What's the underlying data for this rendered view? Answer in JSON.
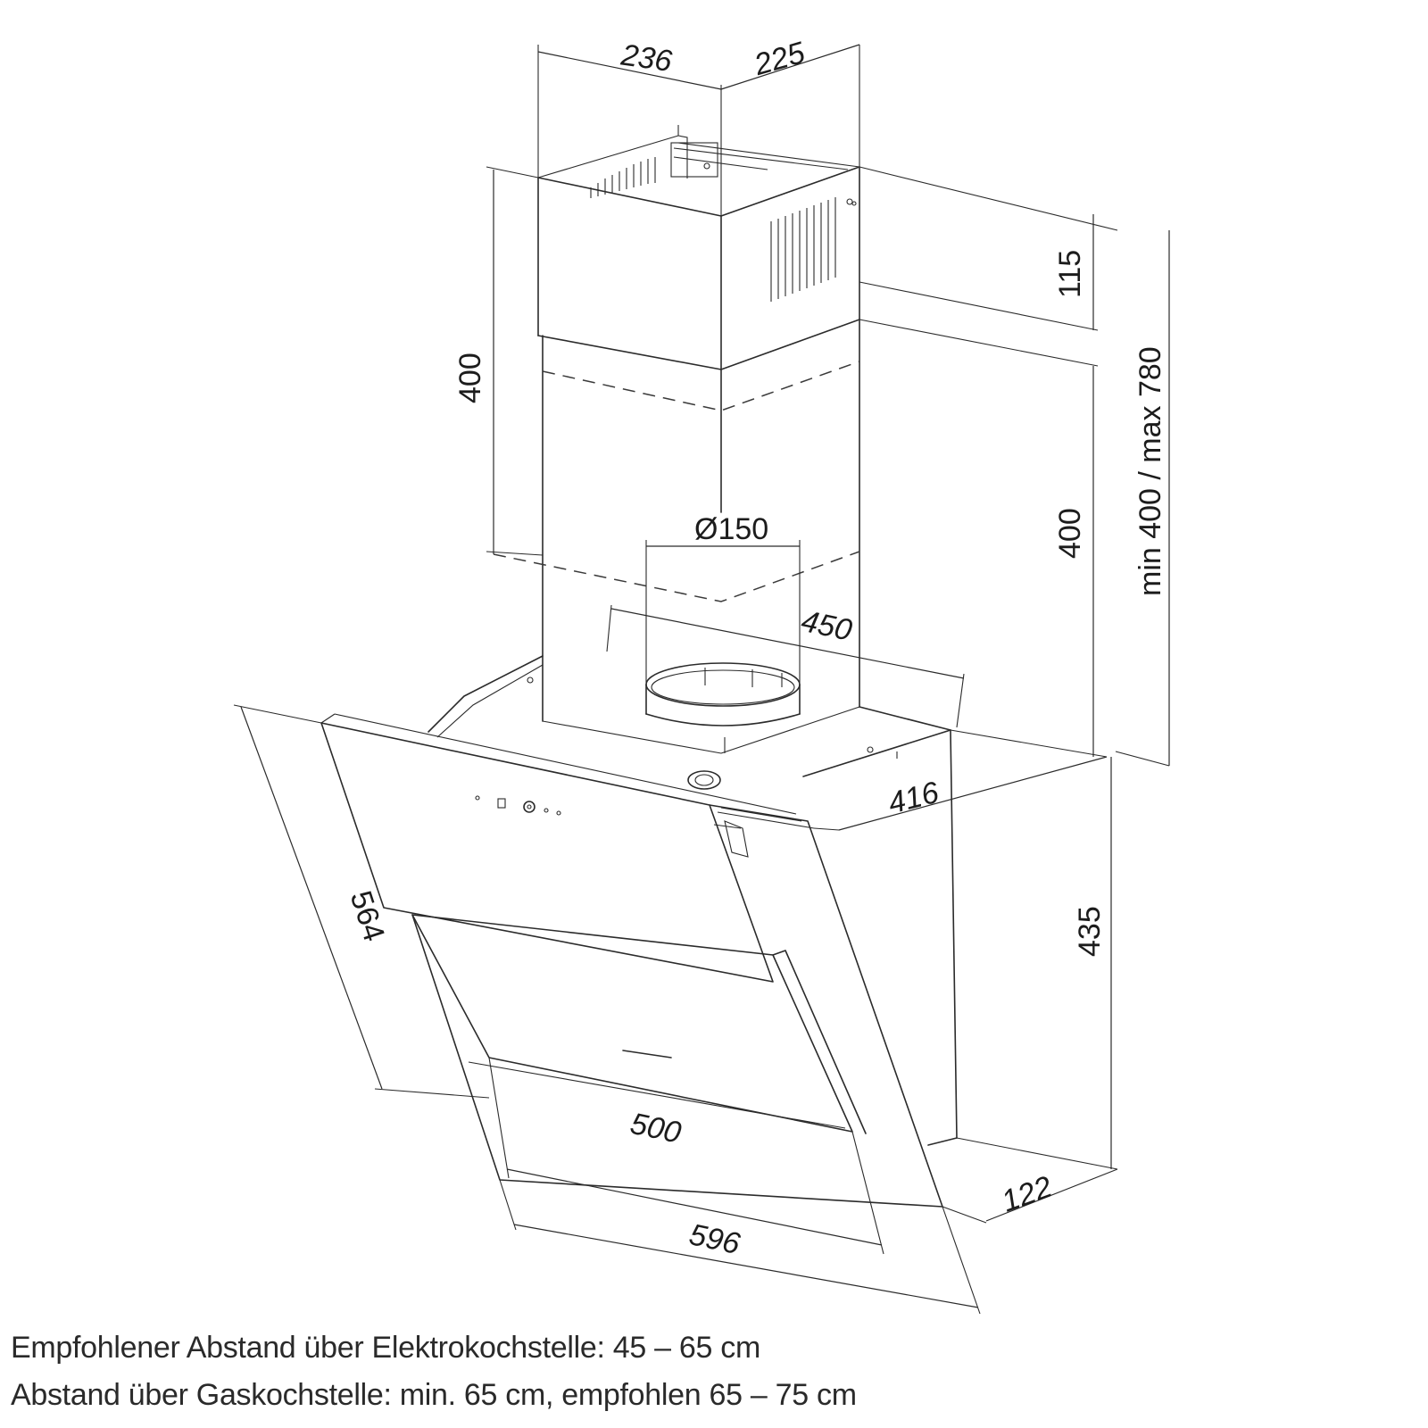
{
  "dimensions": {
    "chimney_depth": "236",
    "chimney_width": "225",
    "chimney_top_height": "115",
    "chimney_overlap": "400",
    "chimney_lower_height": "400",
    "chimney_range": "min 400 / max 780",
    "duct_diameter": "Ø150",
    "body_width": "450",
    "body_depth": "416",
    "hood_height": "435",
    "glass_length": "564",
    "bottom_width_inner": "500",
    "bottom_width_outer": "596",
    "bottom_depth": "122"
  },
  "notes": {
    "line1": "Empfohlener Abstand über Elektrokochstelle: 45 – 65 cm",
    "line2": "Abstand über Gaskochstelle: min. 65 cm, empfohlen 65 – 75 cm"
  },
  "colors": {
    "line": "#2b2b2b",
    "background": "#ffffff"
  }
}
